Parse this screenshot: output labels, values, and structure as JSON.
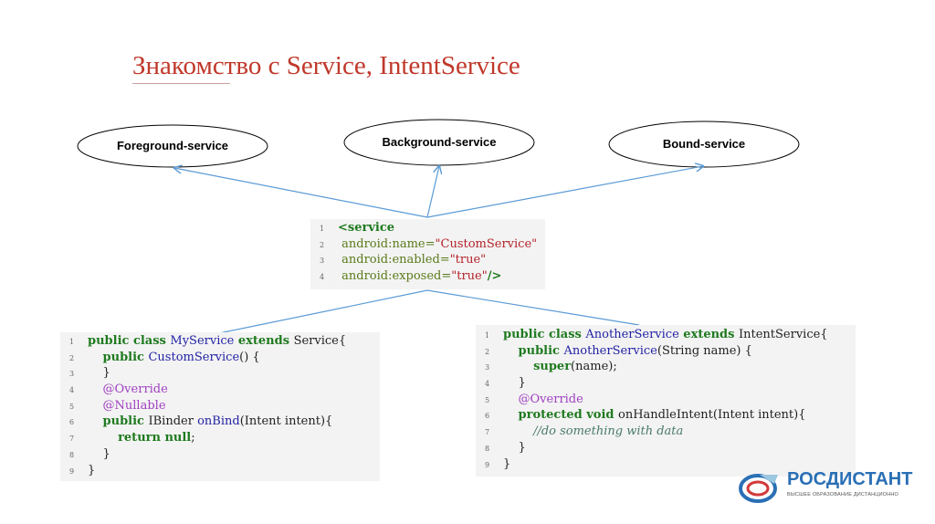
{
  "title": "Знакомство с Service, IntentService",
  "nodes": [
    "Foreground-service",
    "Background-service",
    "Bound-service"
  ],
  "logo": {
    "name": "РОСДИСТАНТ",
    "tagline": "ВЫСШЕЕ ОБРАЗОВАНИЕ ДИСТАНЦИОННО"
  },
  "colors": {
    "title": "#c0392b",
    "arrow": "#5b9bd5"
  },
  "snippets": {
    "manifest": [
      [
        [
          "tg",
          "<service"
        ]
      ],
      [
        [
          "at",
          " android:name="
        ],
        [
          "str",
          "\"CustomService\""
        ]
      ],
      [
        [
          "at",
          " android:enabled="
        ],
        [
          "str",
          "\"true\""
        ]
      ],
      [
        [
          "at",
          " android:exposed="
        ],
        [
          "str",
          "\"true\""
        ],
        [
          "tg",
          "/>"
        ]
      ]
    ],
    "service": [
      [
        [
          "kw",
          "public class "
        ],
        [
          "cls",
          "MyService"
        ],
        [
          "kw",
          " extends "
        ],
        [
          "",
          "Service{"
        ]
      ],
      [
        [
          "",
          "    "
        ],
        [
          "kw",
          "public "
        ],
        [
          "cls",
          "CustomService"
        ],
        [
          "",
          "() {"
        ]
      ],
      [
        [
          "",
          "    }"
        ]
      ],
      [
        [
          "ann",
          "    @Override"
        ]
      ],
      [
        [
          "ann",
          "    @Nullable"
        ]
      ],
      [
        [
          "",
          "    "
        ],
        [
          "kw",
          "public "
        ],
        [
          "",
          "IBinder "
        ],
        [
          "cls",
          "onBind"
        ],
        [
          "",
          "(Intent intent){"
        ]
      ],
      [
        [
          "",
          "        "
        ],
        [
          "kw",
          "return null"
        ],
        [
          "",
          ";"
        ]
      ],
      [
        [
          "",
          "    }"
        ]
      ],
      [
        [
          "",
          "}"
        ]
      ]
    ],
    "intentService": [
      [
        [
          "kw",
          "public class "
        ],
        [
          "cls",
          "AnotherService"
        ],
        [
          "kw",
          " extends "
        ],
        [
          "",
          "IntentService{"
        ]
      ],
      [
        [
          "",
          "    "
        ],
        [
          "kw",
          "public "
        ],
        [
          "cls",
          "AnotherService"
        ],
        [
          "",
          "(String name) {"
        ]
      ],
      [
        [
          "",
          "        "
        ],
        [
          "kw",
          "super"
        ],
        [
          "",
          "(name);"
        ]
      ],
      [
        [
          "",
          "    }"
        ]
      ],
      [
        [
          "ann",
          "    @Override"
        ]
      ],
      [
        [
          "",
          "    "
        ],
        [
          "kw",
          "protected void "
        ],
        [
          "",
          "onHandleIntent(Intent intent){"
        ]
      ],
      [
        [
          "",
          "        "
        ],
        [
          "cm",
          "//do something with data"
        ]
      ],
      [
        [
          "",
          "    }"
        ]
      ],
      [
        [
          "",
          "}"
        ]
      ]
    ]
  }
}
